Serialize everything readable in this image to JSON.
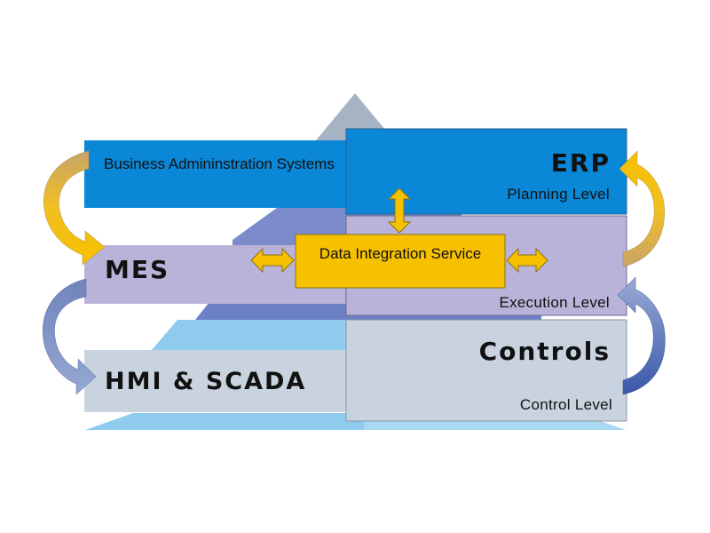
{
  "diagram": {
    "layers": {
      "business": {
        "label": "Business Admininstration Systems"
      },
      "erp": {
        "title": "ERP",
        "level": "Planning Level"
      },
      "mes": {
        "title": "MES",
        "level": "Execution Level"
      },
      "data_integration": {
        "label": "Data Integration Service"
      },
      "controls": {
        "title": "Controls",
        "level": "Control Level"
      },
      "hmi": {
        "title": "HMI & SCADA"
      }
    },
    "colors": {
      "blue_box": "#0a87d6",
      "lavender_box": "#b7b1d8",
      "grey_box": "#c7d2de",
      "yellow": "#f6c100",
      "gold_arrow": "#c8a66a",
      "slate_arrow": "#7386bb",
      "pyramid_top": "#a3b2c2",
      "pyramid_mid": "#7f8fcd",
      "pyramid_light": "#8ec6ec"
    }
  }
}
